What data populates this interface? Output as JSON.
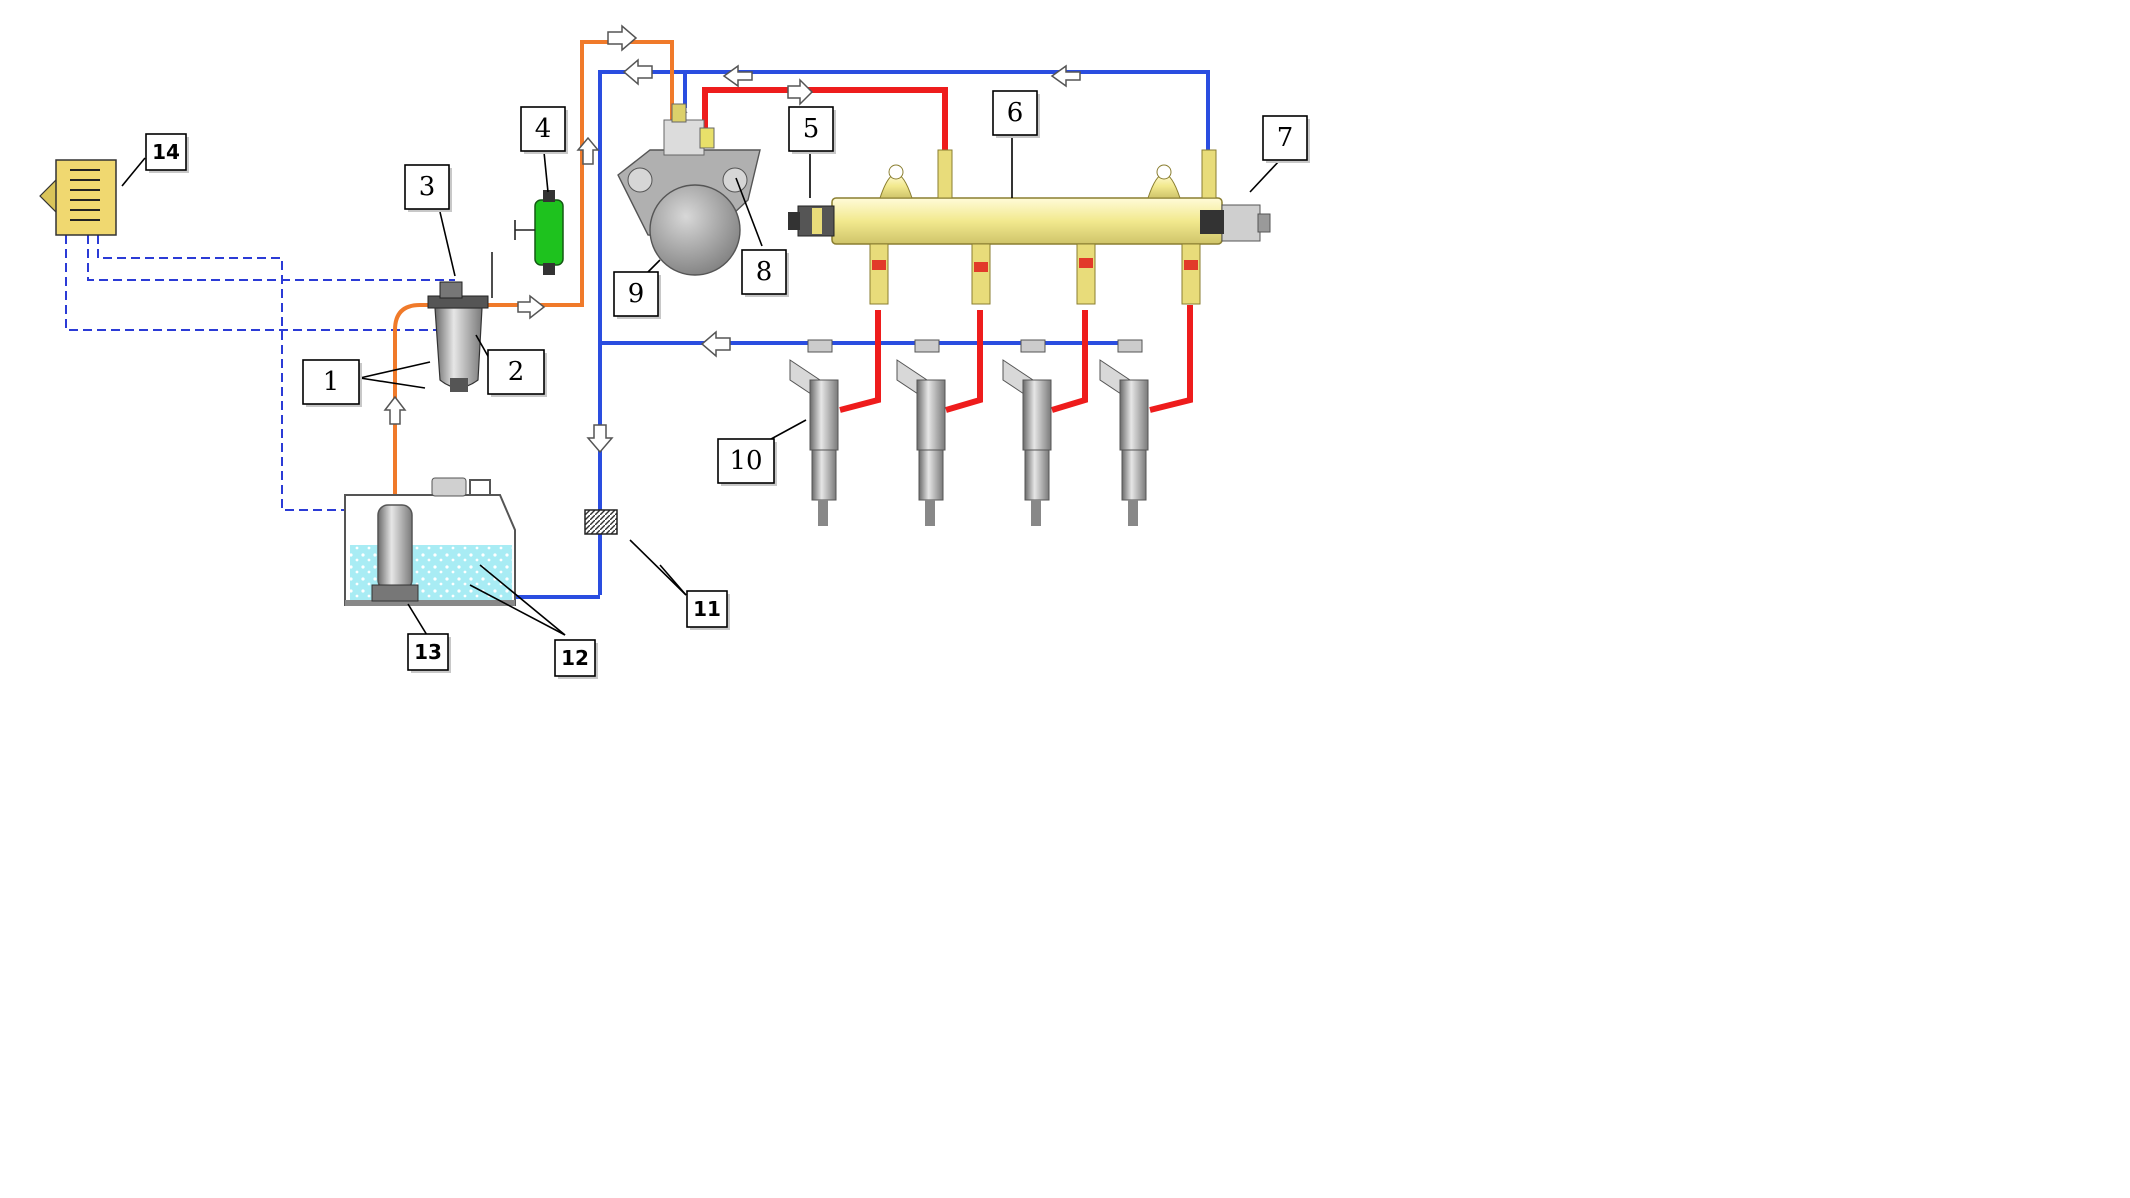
{
  "diagram": {
    "labels": {
      "n1": "1",
      "n2": "2",
      "n3": "3",
      "n4": "4",
      "n5": "5",
      "n6": "6",
      "n7": "7",
      "n8": "8",
      "n9": "9",
      "n10": "10",
      "n11": "11",
      "n12": "12",
      "n13": "13",
      "n14": "14"
    },
    "colors": {
      "low_pressure_line": "#f07a2a",
      "high_pressure_line": "#ee1c1c",
      "return_line": "#2a4de0",
      "electrical_line": "#2b3bd6",
      "fuel": "#a8ecf4",
      "rail": "#f6f0a8",
      "filter_green": "#1ec21e"
    }
  }
}
